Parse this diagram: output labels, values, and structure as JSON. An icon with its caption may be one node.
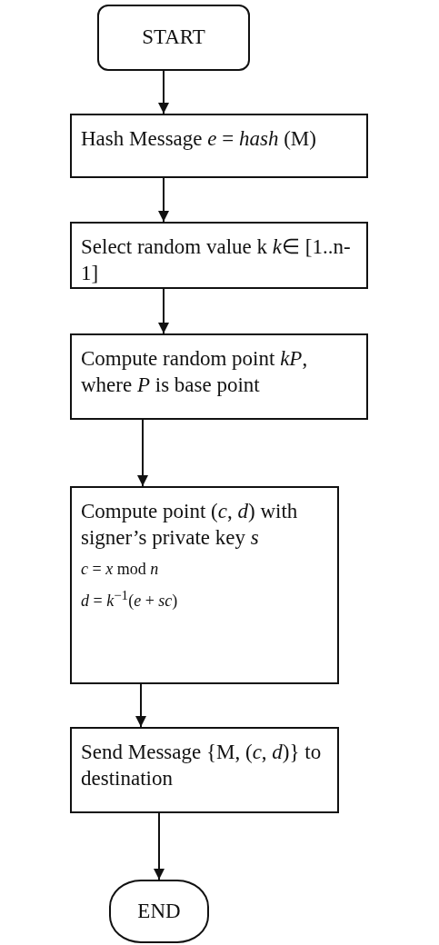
{
  "diagram": {
    "nodes": [
      {
        "text": [
          "START"
        ]
      },
      {
        "text": [
          "Hash Message *e* = *hash* (M)"
        ]
      },
      {
        "text": [
          "Select random value k *k*∈ [1..n-1]"
        ]
      },
      {
        "text": [
          "Compute random point *kP*, where *P* is base point"
        ]
      },
      {
        "text": [
          "Compute point (*c*, *d*) with signer’s private key *s*",
          "*c* = *x* mod *n*",
          "*d* = *k*$^{−1}$(*e* + *sc*)"
        ]
      },
      {
        "text": [
          "Send Message {M, (*c*, *d*)} to destination"
        ]
      },
      {
        "text": [
          "END"
        ]
      }
    ],
    "edges": [
      {
        "from": 0,
        "to": 1,
        "arrow": "to"
      },
      {
        "from": 1,
        "to": 2,
        "arrow": "to"
      },
      {
        "from": 2,
        "to": 3,
        "arrow": "to"
      },
      {
        "from": 3,
        "to": 4,
        "arrow": "to"
      },
      {
        "from": 4,
        "to": 5,
        "arrow": "to"
      },
      {
        "from": 5,
        "to": 6,
        "arrow": "to"
      }
    ]
  }
}
